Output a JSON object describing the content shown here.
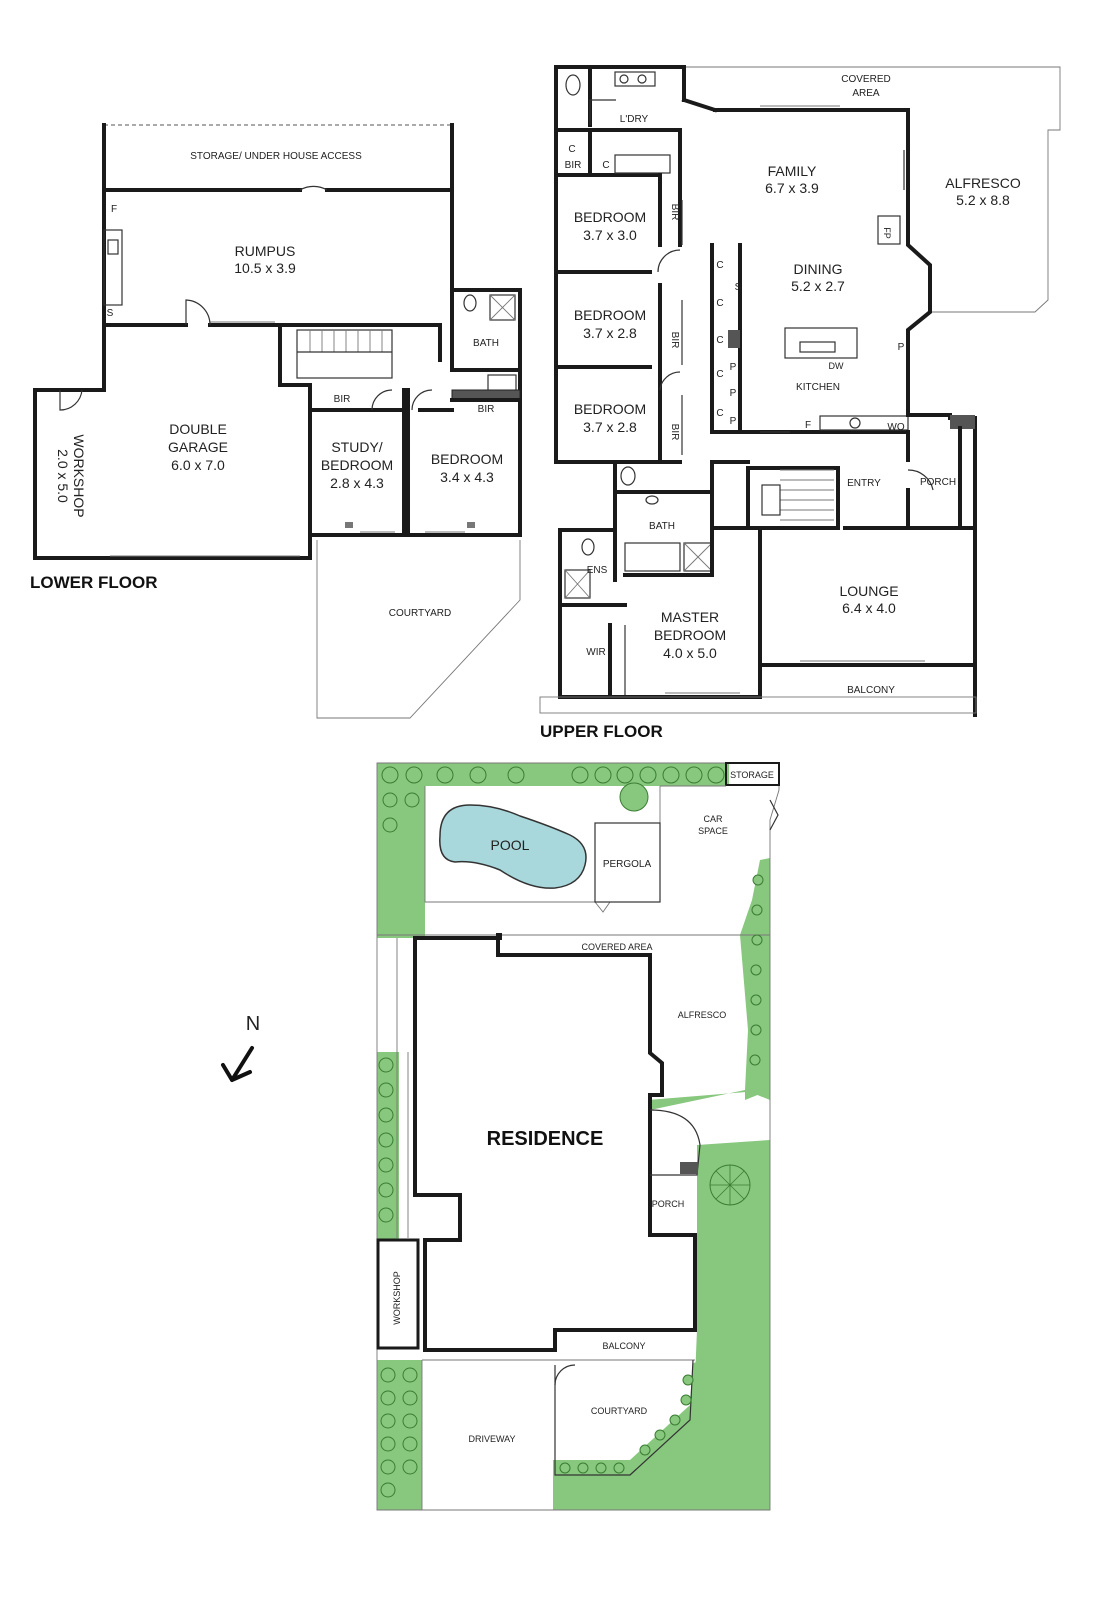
{
  "floors": {
    "lower_title": "LOWER FLOOR",
    "upper_title": "UPPER FLOOR"
  },
  "lower": {
    "storage": "STORAGE/ UNDER HOUSE ACCESS",
    "rumpus": "RUMPUS",
    "rumpus_size": "10.5 x 3.9",
    "double_garage_1": "DOUBLE",
    "double_garage_2": "GARAGE",
    "double_garage_size": "6.0 x 7.0",
    "workshop": "WORKSHOP",
    "workshop_size": "2.0 x 5.0",
    "study_1": "STUDY/",
    "study_2": "BEDROOM",
    "study_size": "2.8 x 4.3",
    "bedroom": "BEDROOM",
    "bedroom_size": "3.4 x 4.3",
    "bath": "BATH",
    "bir": "BIR",
    "courtyard": "COURTYARD",
    "f": "F",
    "s": "S"
  },
  "upper": {
    "covered_area_1": "COVERED",
    "covered_area_2": "AREA",
    "ldry": "L'DRY",
    "family": "FAMILY",
    "family_size": "6.7 x 3.9",
    "alfresco": "ALFRESCO",
    "alfresco_size": "5.2 x 8.8",
    "dining": "DINING",
    "dining_size": "5.2 x 2.7",
    "kitchen": "KITCHEN",
    "bedroom": "BEDROOM",
    "bed1_size": "3.7 x 3.0",
    "bed2_size": "3.7 x 2.8",
    "bed3_size": "3.7 x 2.8",
    "bir": "BIR",
    "c": "C",
    "p": "P",
    "s": "S",
    "f": "F",
    "fp": "FP",
    "dw": "DW",
    "wo": "WO",
    "entry": "ENTRY",
    "porch": "PORCH",
    "bath": "BATH",
    "ens": "ENS",
    "wir": "WIR",
    "master_1": "MASTER",
    "master_2": "BEDROOM",
    "master_size": "4.0 x 5.0",
    "lounge": "LOUNGE",
    "lounge_size": "6.4 x 4.0",
    "balcony": "BALCONY"
  },
  "site": {
    "storage": "STORAGE",
    "car_space_1": "CAR",
    "car_space_2": "SPACE",
    "pool": "POOL",
    "pergola": "PERGOLA",
    "covered_area": "COVERED AREA",
    "alfresco": "ALFRESCO",
    "residence": "RESIDENCE",
    "porch": "PORCH",
    "workshop": "WORKSHOP",
    "balcony": "BALCONY",
    "courtyard": "COURTYARD",
    "driveway": "DRIVEWAY",
    "north": "N"
  },
  "colors": {
    "wall": "#1a1a1a",
    "lawn": "#88c77e",
    "pool": "#a8d8dc",
    "tree_stroke": "#3a7d32"
  }
}
